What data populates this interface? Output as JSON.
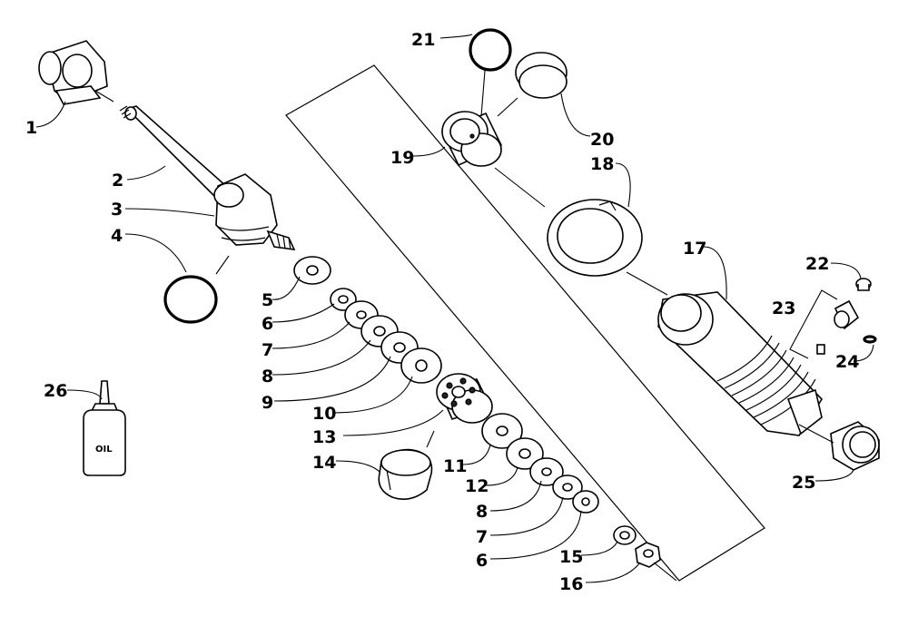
{
  "diagram": {
    "bottle_label": "OIL",
    "callouts": {
      "c1": "1",
      "c2": "2",
      "c3": "3",
      "c4": "4",
      "c5": "5",
      "c6a": "6",
      "c7a": "7",
      "c8a": "8",
      "c9": "9",
      "c10": "10",
      "c13": "13",
      "c14": "14",
      "c11": "11",
      "c12": "12",
      "c8b": "8",
      "c7b": "7",
      "c6b": "6",
      "c15": "15",
      "c16": "16",
      "c17": "17",
      "c18": "18",
      "c19": "19",
      "c20": "20",
      "c21": "21",
      "c22": "22",
      "c23": "23",
      "c24": "24",
      "c25": "25",
      "c26": "26"
    }
  }
}
